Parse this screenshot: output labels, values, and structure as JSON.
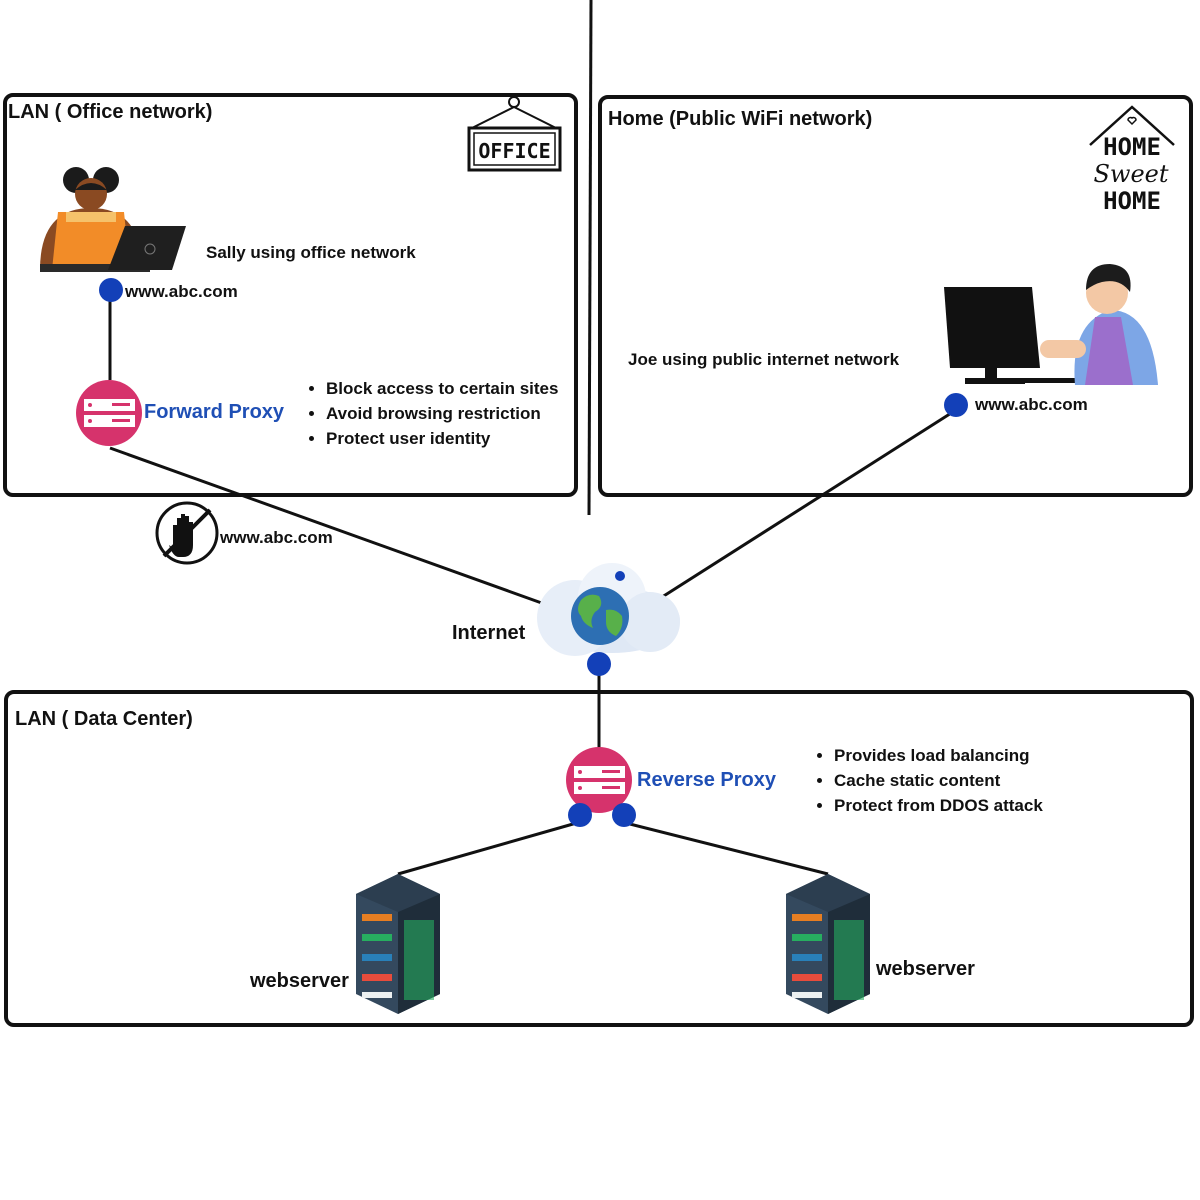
{
  "office": {
    "title": "LAN ( Office network)",
    "sign": "OFFICE",
    "user_caption": "Sally using office network",
    "url": "www.abc.com",
    "proxy_label": "Forward Proxy",
    "features": [
      "Block access to certain sites",
      "Avoid browsing restriction",
      "Protect user identity"
    ]
  },
  "home": {
    "title": "Home (Public WiFi network)",
    "sign": [
      "HOME",
      "Sweet",
      "HOME"
    ],
    "user_caption": "Joe using public internet network",
    "url": "www.abc.com"
  },
  "blocked": {
    "url": "www.abc.com"
  },
  "internet": {
    "label": "Internet"
  },
  "datacenter": {
    "title": "LAN ( Data Center)",
    "proxy_label": "Reverse Proxy",
    "features": [
      "Provides load balancing",
      "Cache static content",
      "Protect from DDOS attack"
    ],
    "server_left_label": "webserver",
    "server_right_label": "webserver"
  },
  "colors": {
    "node": "#1340b8",
    "proxy": "#d6336c",
    "proxy_label": "#1f4fb5",
    "server": "#34495e"
  }
}
